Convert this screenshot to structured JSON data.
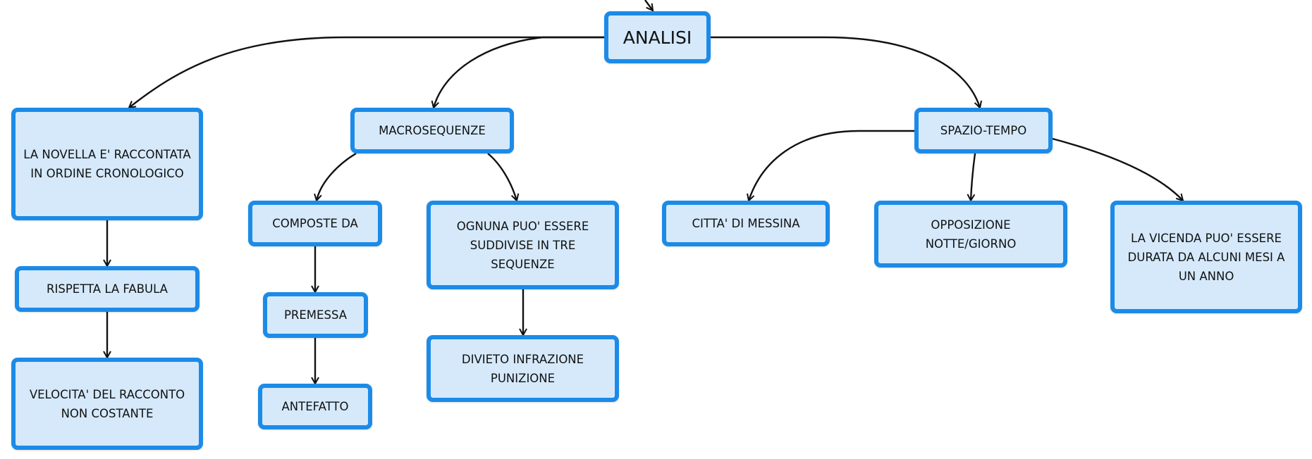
{
  "nodes": {
    "root": "ANALISI",
    "order": "LA NOVELLA E' RACCONTATA\nIN ORDINE CRONOLOGICO",
    "fabula": "RISPETTA LA FABULA",
    "speed": "VELOCITA' DEL RACCONTO\nNON COSTANTE",
    "macro": "MACROSEQUENZE",
    "composed": "COMPOSTE DA",
    "premise": "PREMESSA",
    "antefact": "ANTEFATTO",
    "each": "OGNUNA PUO' ESSERE\nSUDDIVISE IN TRE\nSEQUENZE",
    "ban": "DIVIETO INFRAZIONE\nPUNIZIONE",
    "space": "SPAZIO-TEMPO",
    "messina": "CITTA' DI MESSINA",
    "night": "OPPOSIZIONE\nNOTTE/GIORNO",
    "duration": "LA VICENDA PUO' ESSERE\nDURATA DA ALCUNI MESI A\nUN ANNO"
  },
  "colors": {
    "node_fill": "#d5e9fb",
    "node_border": "#1c8be8",
    "edge": "#111111"
  }
}
